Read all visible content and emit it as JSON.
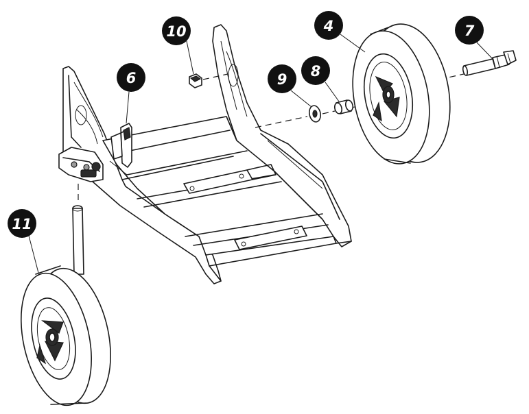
{
  "diagram": {
    "callouts": [
      {
        "id": "callout-10",
        "label": "10"
      },
      {
        "id": "callout-6",
        "label": "6"
      },
      {
        "id": "callout-4",
        "label": "4"
      },
      {
        "id": "callout-7",
        "label": "7"
      },
      {
        "id": "callout-9",
        "label": "9"
      },
      {
        "id": "callout-8",
        "label": "8"
      },
      {
        "id": "callout-11",
        "label": "11"
      }
    ]
  }
}
